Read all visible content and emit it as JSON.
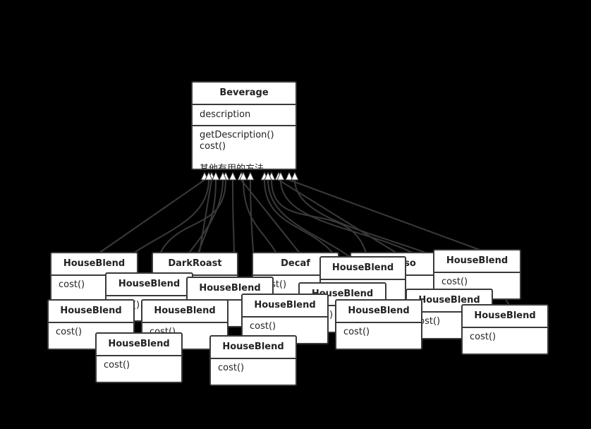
{
  "beverage": {
    "title": "Beverage",
    "attribute": "description",
    "methods": [
      "getDescription()",
      "cost()",
      "",
      "其他有用的方法"
    ]
  },
  "subclasses": [
    {
      "title": "HouseBlend",
      "method": "cost()"
    },
    {
      "title": "DarkRoast",
      "method": "cost()"
    },
    {
      "title": "Decaf",
      "method": "cost()"
    },
    {
      "title": "Espresso",
      "method": "cost()"
    },
    {
      "title": "HouseBlend",
      "method": "cost()"
    },
    {
      "title": "HouseBlend",
      "method": "cost()"
    },
    {
      "title": "HouseBlend",
      "method": "cost()"
    },
    {
      "title": "HouseBlend",
      "method": "cost()"
    },
    {
      "title": "HouseBlend",
      "method": "cost()"
    },
    {
      "title": "HouseBlend",
      "method": "cost()"
    },
    {
      "title": "HouseBlend",
      "method": "cost()"
    },
    {
      "title": "HouseBlend",
      "method": "cost()"
    },
    {
      "title": "HouseBlend",
      "method": "cost()"
    },
    {
      "title": "HouseBlend",
      "method": "cost()"
    },
    {
      "title": "HouseBlend",
      "method": "cost()"
    },
    {
      "title": "HouseBlend",
      "method": "cost()"
    },
    {
      "title": "HouseBlend",
      "method": "cost()"
    },
    {
      "title": "HouseBlend",
      "method": "cost()"
    }
  ],
  "colors": {
    "background": "#000000",
    "box": "#ffffff",
    "stroke": "#3a3a3a"
  }
}
